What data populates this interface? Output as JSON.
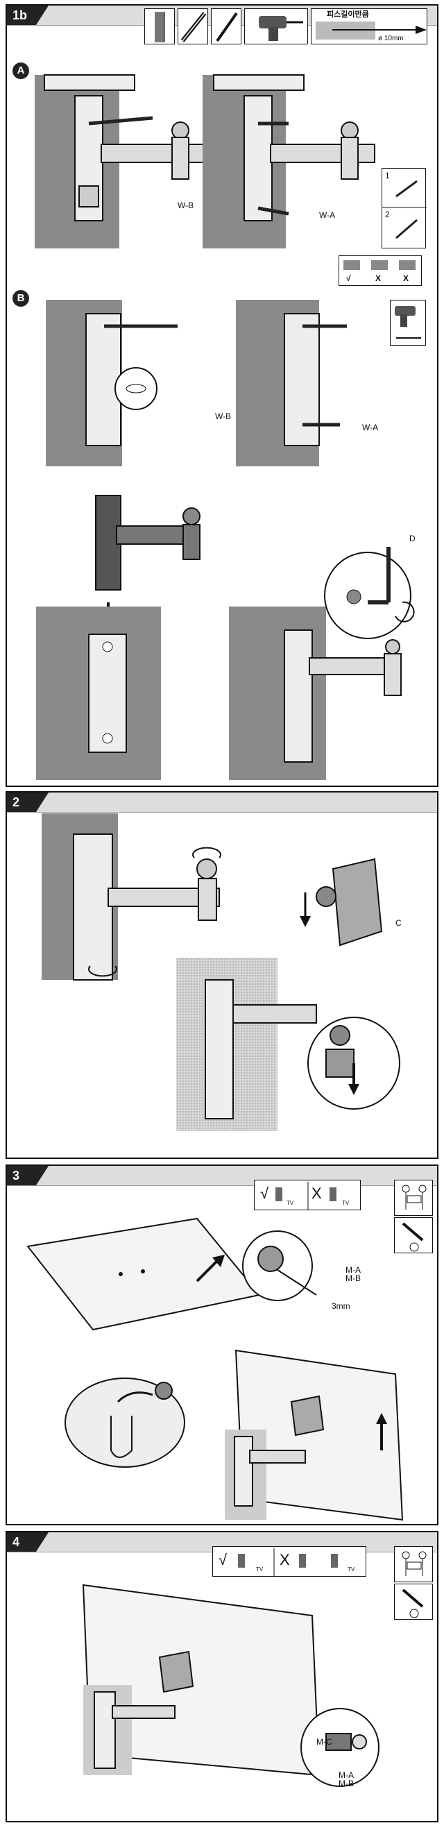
{
  "step_1b": {
    "number": "1b",
    "part_a": "A",
    "part_b": "B",
    "depth_label": "피스길이만큼",
    "drill_size": "ø 10mm",
    "washer_a": "W-A",
    "washer_b": "W-B",
    "washer_b2": "W-B",
    "washer_a2": "W-A",
    "sub1": "1",
    "sub2": "2",
    "check_mark": "√",
    "cross1": "X",
    "cross2": "X",
    "tool_d": "D"
  },
  "step_2": {
    "number": "2",
    "part_c": "C"
  },
  "step_3": {
    "number": "3",
    "screw_ma": "M-A",
    "screw_mb": "M-B",
    "length": "3mm",
    "check": "√",
    "cross": "X",
    "tv": "TV"
  },
  "step_4": {
    "number": "4",
    "screw_mc": "M-C",
    "screw_ma": "M-A",
    "screw_mb": "M-B",
    "check": "√",
    "cross": "X",
    "tv": "TV"
  }
}
